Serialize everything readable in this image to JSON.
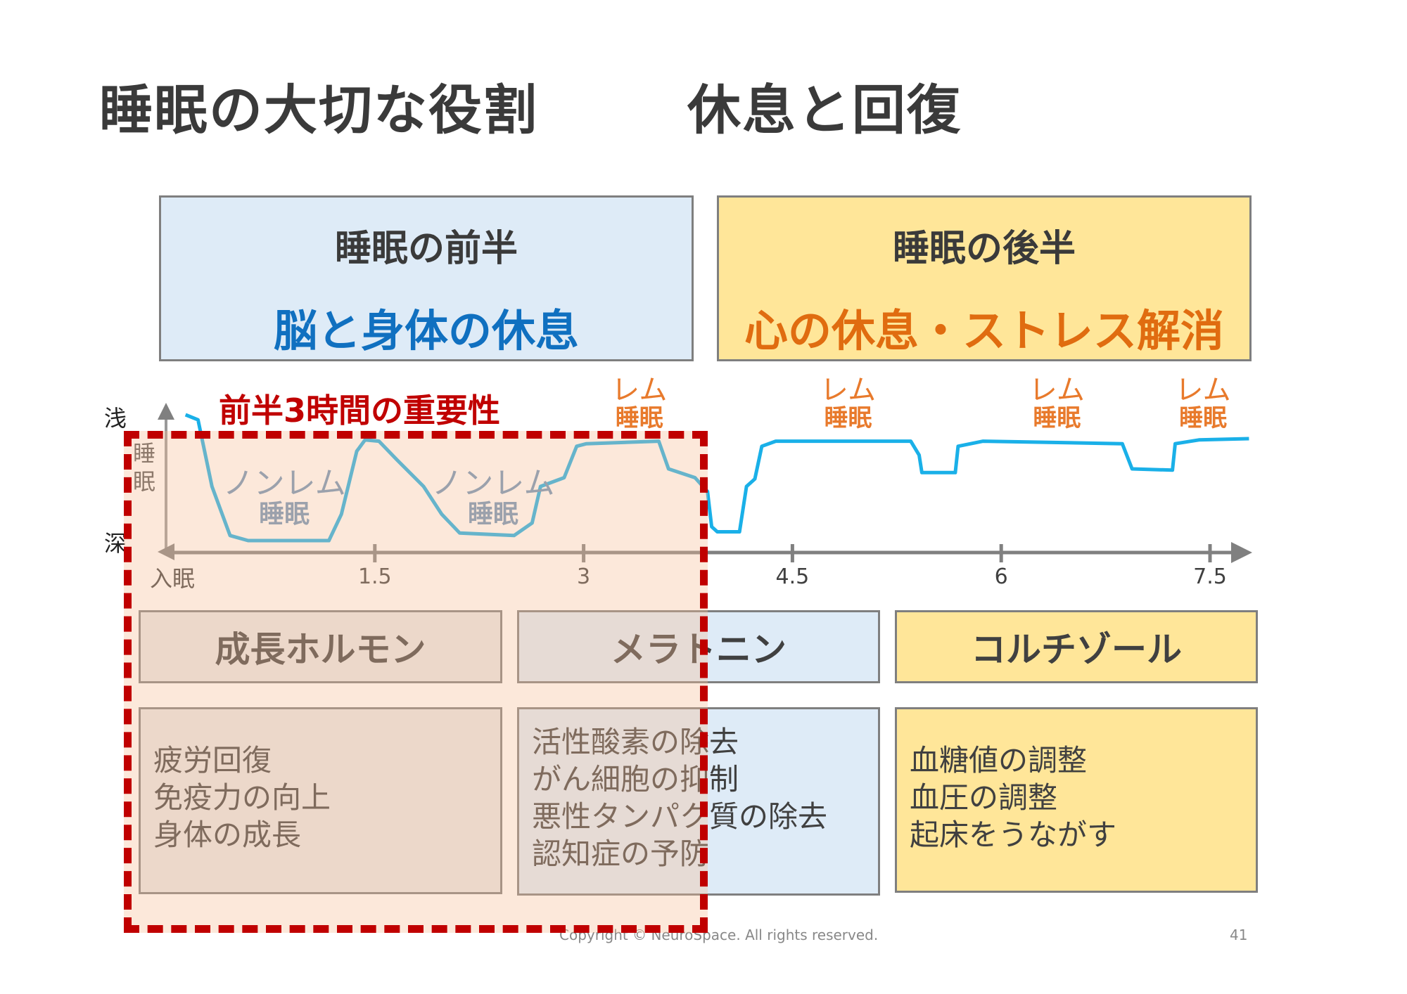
{
  "title": {
    "main": "睡眠の大切な役割",
    "sub": "休息と回復"
  },
  "first_half": {
    "heading": "睡眠の前半",
    "subheading": "脳と身体の休息"
  },
  "second_half": {
    "heading": "睡眠の後半",
    "subheading": "心の休息・ストレス解消"
  },
  "colors": {
    "blue_box": "#deebf7",
    "yellow_box": "#ffe699",
    "gray_box": "#e7e6e6",
    "accent_blue": "#1070c0",
    "accent_orange": "#e06c10",
    "red": "#c00000",
    "curve": "#1ab0e8",
    "rem_label": "#e87a2c"
  },
  "chart_data": {
    "type": "line",
    "title": "前半3時間の重要性",
    "ylabel": "睡眠",
    "y_top_label": "浅",
    "y_bottom_label": "深",
    "x_start_label": "入眠",
    "xticks": [
      1.5,
      3,
      4.5,
      6,
      7.5
    ],
    "xtick_labels": [
      "1.5",
      "3",
      "4.5",
      "6",
      "7.5"
    ],
    "xlim": [
      0,
      7.9
    ],
    "ylim": [
      0,
      1
    ],
    "annotations": {
      "nonrem": {
        "line1": "ノンレム",
        "line2": "睡眠",
        "hours": [
          0.85,
          2.35
        ]
      },
      "rem": {
        "line1": "レム",
        "line2": "睡眠",
        "hours": [
          3.4,
          4.9,
          6.4,
          7.45
        ]
      }
    },
    "series": [
      {
        "name": "sleep depth",
        "points": [
          [
            0.14,
            1.0
          ],
          [
            0.23,
            0.96
          ],
          [
            0.33,
            0.43
          ],
          [
            0.46,
            0.04
          ],
          [
            0.59,
            0
          ],
          [
            1.17,
            0
          ],
          [
            1.26,
            0.21
          ],
          [
            1.37,
            0.71
          ],
          [
            1.43,
            0.8
          ],
          [
            1.53,
            0.79
          ],
          [
            1.66,
            0.64
          ],
          [
            1.85,
            0.43
          ],
          [
            1.98,
            0.21
          ],
          [
            2.11,
            0.06
          ],
          [
            2.5,
            0.04
          ],
          [
            2.63,
            0.14
          ],
          [
            2.69,
            0.43
          ],
          [
            2.86,
            0.5
          ],
          [
            2.95,
            0.75
          ],
          [
            3.02,
            0.77
          ],
          [
            3.54,
            0.79
          ],
          [
            3.61,
            0.57
          ],
          [
            3.8,
            0.5
          ],
          [
            3.89,
            0.39
          ],
          [
            3.92,
            0.11
          ],
          [
            3.96,
            0.07
          ],
          [
            4.12,
            0.07
          ],
          [
            4.17,
            0.43
          ],
          [
            4.23,
            0.49
          ],
          [
            4.28,
            0.75
          ],
          [
            4.38,
            0.79
          ],
          [
            5.35,
            0.79
          ],
          [
            5.41,
            0.68
          ],
          [
            5.43,
            0.54
          ],
          [
            5.67,
            0.54
          ],
          [
            5.69,
            0.75
          ],
          [
            5.87,
            0.79
          ],
          [
            6.87,
            0.77
          ],
          [
            6.94,
            0.57
          ],
          [
            7.23,
            0.56
          ],
          [
            7.25,
            0.77
          ],
          [
            7.42,
            0.8
          ],
          [
            7.78,
            0.81
          ]
        ]
      }
    ]
  },
  "hormones": [
    {
      "name": "成長ホルモン",
      "effects": [
        "疲労回復",
        "免疫力の向上",
        "身体の成長"
      ]
    },
    {
      "name": "メラトニン",
      "effects": [
        "活性酸素の除去",
        "がん細胞の抑制",
        "悪性タンパク質の除去",
        "認知症の予防"
      ]
    },
    {
      "name": "コルチゾール",
      "effects": [
        "血糖値の調整",
        "血圧の調整",
        "起床をうながす"
      ]
    }
  ],
  "footer": {
    "copyright": "Copyright © NeuroSpace. All rights reserved.",
    "page": "41"
  }
}
